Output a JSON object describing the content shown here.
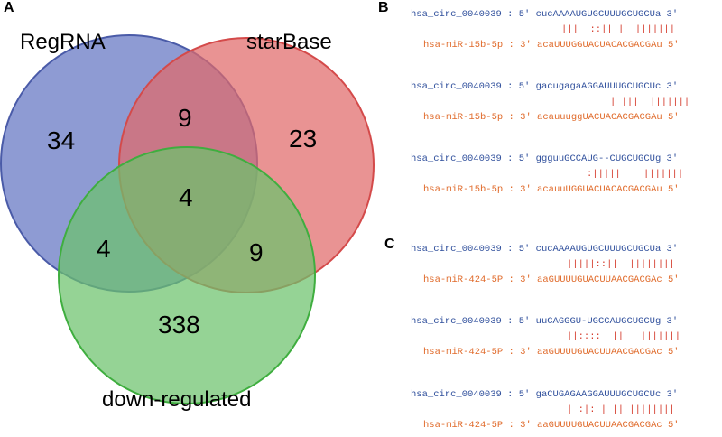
{
  "panels": {
    "a": "A",
    "b": "B",
    "c": "C"
  },
  "venn": {
    "sets": [
      {
        "name": "RegRNA",
        "color": "#6e7fc6"
      },
      {
        "name": "starBase",
        "color": "#e06a6a"
      },
      {
        "name": "down-regulated",
        "color": "#6cc26c"
      }
    ],
    "counts": {
      "regrna_only": "34",
      "starbase_only": "23",
      "regrna_starbase": "9",
      "all_three": "4",
      "regrna_down": "4",
      "starbase_down": "9",
      "down_only": "338"
    }
  },
  "panel_b": [
    {
      "circ_label": "hsa_circ_0040039 :",
      "circ_seq": "5' cucAAAAUGUGCUUUGCUGCUa 3'",
      "pairs": "|||  ::|| |  |||||||",
      "mir_label": "hsa-miR-15b-5p :",
      "mir_seq": "3' acaUUUGGUACUACACGACGAu 5'"
    },
    {
      "circ_label": "hsa_circ_0040039 :",
      "circ_seq": "5' gacugagaAGGAUUUGCUGCUc 3'",
      "pairs": "| |||  |||||||",
      "mir_label": "hsa-miR-15b-5p :",
      "mir_seq": "3' acauuuggUACUACACGACGAu 5'"
    },
    {
      "circ_label": "hsa_circ_0040039 :",
      "circ_seq": "5' ggguuGCCAUG--CUGCUGCUg 3'",
      "pairs": ":|||||    |||||||",
      "mir_label": "hsa-miR-15b-5p :",
      "mir_seq": "3' acauuUGGUACUACACGACGAu 5'"
    }
  ],
  "panel_c": [
    {
      "circ_label": "hsa_circ_0040039 :",
      "circ_seq": "5' cucAAAAUGUGCUUUGCUGCUa 3'",
      "pairs": "|||||::||  ||||||||",
      "mir_label": "hsa-miR-424-5P :",
      "mir_seq": "3' aaGUUUUGUACUUAACGACGAc 5'"
    },
    {
      "circ_label": "hsa_circ_0040039 :",
      "circ_seq": "5' uuCAGGGU-UGCCAUGCUGCUg 3'",
      "pairs": "||::::  ||   |||||||",
      "mir_label": "hsa-miR-424-5P :",
      "mir_seq": "3' aaGUUUUGUACUUAACGACGAc 5'"
    },
    {
      "circ_label": "hsa_circ_0040039 :",
      "circ_seq": "5' gaCUGAGAAGGAUUUGCUGCUc 3'",
      "pairs": "| :|: | || ||||||||",
      "mir_label": "hsa-miR-424-5P :",
      "mir_seq": "3' aaGUUUUGUACUUAACGACGAc 5'"
    }
  ]
}
